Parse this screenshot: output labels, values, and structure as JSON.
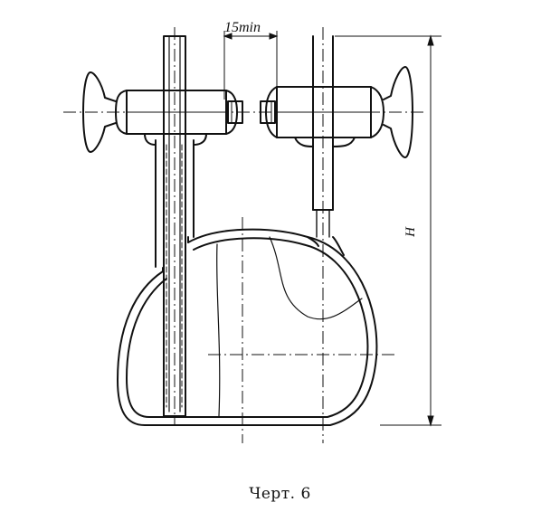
{
  "labels": {
    "gap_dimension": "15min",
    "height_dimension": "H"
  },
  "caption": "Черт.   6",
  "colors": {
    "ink": "#111111",
    "paper": "#ffffff"
  }
}
